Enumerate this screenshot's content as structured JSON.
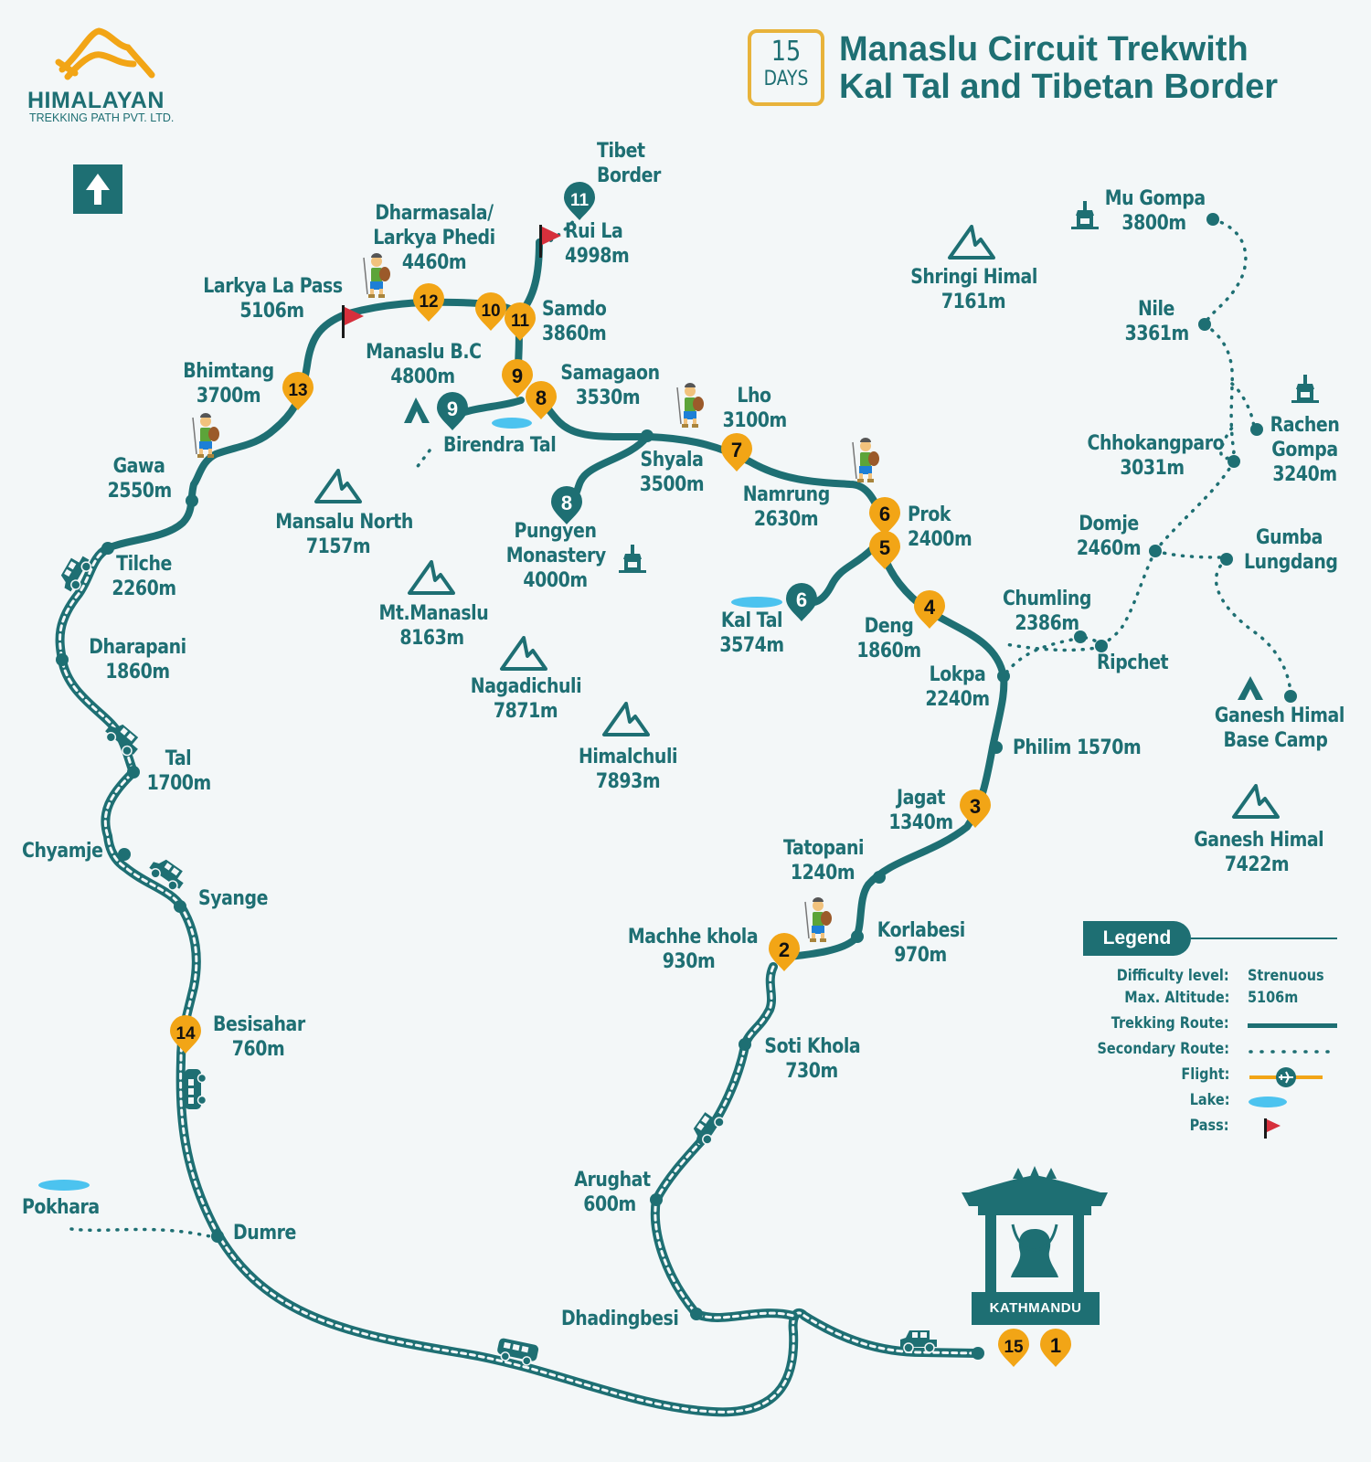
{
  "header": {
    "brand": {
      "name": "HIMALAYAN",
      "subtitle": "TREKKING PATH PVT. LTD."
    },
    "duration": {
      "number": "15",
      "unit": "DAYS"
    },
    "title_line1": "Manaslu Circuit Trekwith",
    "title_line2": "Kal Tal and Tibetan Border"
  },
  "compass": {
    "icon": "north-arrow-icon"
  },
  "colors": {
    "route": "#1e6f73",
    "pin": "#f2a516",
    "lake": "#4cc3ef",
    "flag": "#d6303c",
    "background": "#f3f7f8",
    "accent_border": "#e8b33b"
  },
  "places": {
    "tibet_border": {
      "l1": "Tibet",
      "l2": "Border"
    },
    "rui_la": {
      "l1": "Rui La",
      "l2": "4998m"
    },
    "dharmasala": {
      "l1": "Dharmasala/",
      "l2": "Larkya Phedi",
      "l3": "4460m"
    },
    "larkya_la": {
      "l1": "Larkya La Pass",
      "l2": "5106m"
    },
    "samdo": {
      "l1": "Samdo",
      "l2": "3860m"
    },
    "manaslu_bc": {
      "l1": "Manaslu B.C",
      "l2": "4800m"
    },
    "samagaon": {
      "l1": "Samagaon",
      "l2": "3530m"
    },
    "birendra_tal": {
      "l1": "Birendra Tal"
    },
    "bhimtang": {
      "l1": "Bhimtang",
      "l2": "3700m"
    },
    "lho": {
      "l1": "Lho",
      "l2": "3100m"
    },
    "shyala": {
      "l1": "Shyala",
      "l2": "3500m"
    },
    "namrung": {
      "l1": "Namrung",
      "l2": "2630m"
    },
    "gawa": {
      "l1": "Gawa",
      "l2": "2550m"
    },
    "pungyen": {
      "l1": "Pungyen",
      "l2": "Monastery",
      "l3": "4000m"
    },
    "prok": {
      "l1": "Prok",
      "l2": "2400m"
    },
    "tilche": {
      "l1": "Tilche",
      "l2": "2260m"
    },
    "kal_tal": {
      "l1": "Kal Tal",
      "l2": "3574m"
    },
    "deng": {
      "l1": "Deng",
      "l2": "1860m"
    },
    "lokpa": {
      "l1": "Lokpa",
      "l2": "2240m"
    },
    "dharapani": {
      "l1": "Dharapani",
      "l2": "1860m"
    },
    "philim": {
      "l1": "Philim 1570m"
    },
    "tal": {
      "l1": "Tal",
      "l2": "1700m"
    },
    "jagat": {
      "l1": "Jagat",
      "l2": "1340m"
    },
    "chyamje": {
      "l1": "Chyamje"
    },
    "tatopani": {
      "l1": "Tatopani",
      "l2": "1240m"
    },
    "syange": {
      "l1": "Syange"
    },
    "machhe_khola": {
      "l1": "Machhe khola",
      "l2": "930m"
    },
    "korlabesi": {
      "l1": "Korlabesi",
      "l2": "970m"
    },
    "besisahar": {
      "l1": "Besisahar",
      "l2": "760m"
    },
    "soti_khola": {
      "l1": "Soti Khola",
      "l2": "730m"
    },
    "arughat": {
      "l1": "Arughat",
      "l2": "600m"
    },
    "pokhara": {
      "l1": "Pokhara"
    },
    "dumre": {
      "l1": "Dumre"
    },
    "dhadingbesi": {
      "l1": "Dhadingbesi"
    },
    "kathmandu": {
      "l1": "KATHMANDU"
    },
    "mu_gompa": {
      "l1": "Mu Gompa",
      "l2": "3800m"
    },
    "nile": {
      "l1": "Nile",
      "l2": "3361m"
    },
    "rachen_gompa": {
      "l1": "Rachen",
      "l2": "Gompa",
      "l3": "3240m"
    },
    "chhokangparo": {
      "l1": "Chhokangparo",
      "l2": "3031m"
    },
    "domje": {
      "l1": "Domje",
      "l2": "2460m"
    },
    "gumba_lungdang": {
      "l1": "Gumba",
      "l2": "Lungdang"
    },
    "chumling": {
      "l1": "Chumling",
      "l2": "2386m"
    },
    "ripchet": {
      "l1": "Ripchet"
    },
    "ganesh_bc": {
      "l1": "Ganesh Himal",
      "l2": "Base Camp"
    }
  },
  "peaks": {
    "shringi": {
      "l1": "Shringi Himal",
      "l2": "7161m"
    },
    "manaslu_north": {
      "l1": "Mansalu North",
      "l2": "7157m"
    },
    "manaslu": {
      "l1": "Mt.Manaslu",
      "l2": "8163m"
    },
    "nagadichuli": {
      "l1": "Nagadichuli",
      "l2": "7871m"
    },
    "himalchuli": {
      "l1": "Himalchuli",
      "l2": "7893m"
    },
    "ganesh": {
      "l1": "Ganesh Himal",
      "l2": "7422m"
    }
  },
  "day_pins": {
    "main": [
      "1",
      "2",
      "3",
      "4",
      "5",
      "6",
      "7",
      "8",
      "9",
      "10",
      "11",
      "12",
      "13",
      "14",
      "15"
    ],
    "alternate": [
      "6",
      "8",
      "9",
      "11"
    ]
  },
  "legend": {
    "title": "Legend",
    "rows": [
      {
        "key": "Difficulty level:",
        "value": "Strenuous"
      },
      {
        "key": "Max. Altitude:",
        "value": "5106m"
      },
      {
        "key": "Trekking Route:",
        "icon": "solid-line-icon"
      },
      {
        "key": "Secondary Route:",
        "icon": "dotted-line-icon"
      },
      {
        "key": "Flight:",
        "icon": "flight-line-icon"
      },
      {
        "key": "Lake:",
        "icon": "lake-icon"
      },
      {
        "key": "Pass:",
        "icon": "flag-icon"
      }
    ]
  }
}
